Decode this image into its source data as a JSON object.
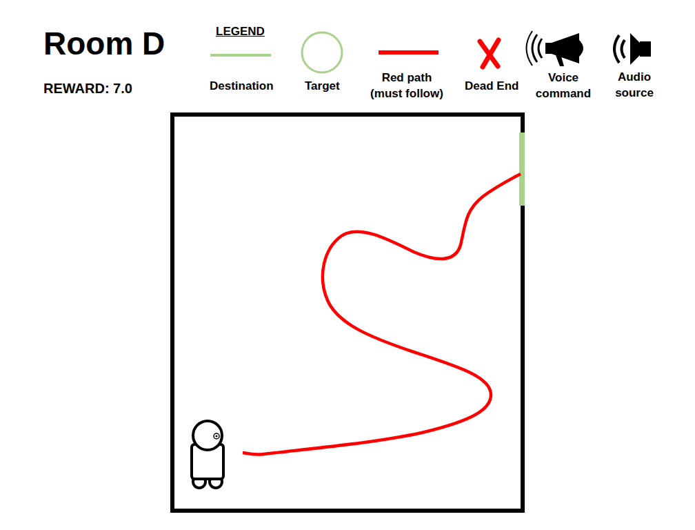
{
  "diagram": {
    "title": "Room D",
    "labels": [
      "REWARD: 7.0",
      "LEGEND"
    ],
    "legend": [
      {
        "text": "Destination"
      },
      {
        "text": "Target"
      },
      {
        "text": "Red path (must follow)"
      },
      {
        "text": "Dead End"
      },
      {
        "text": "Voice command"
      },
      {
        "text": "Audio source"
      }
    ]
  }
}
